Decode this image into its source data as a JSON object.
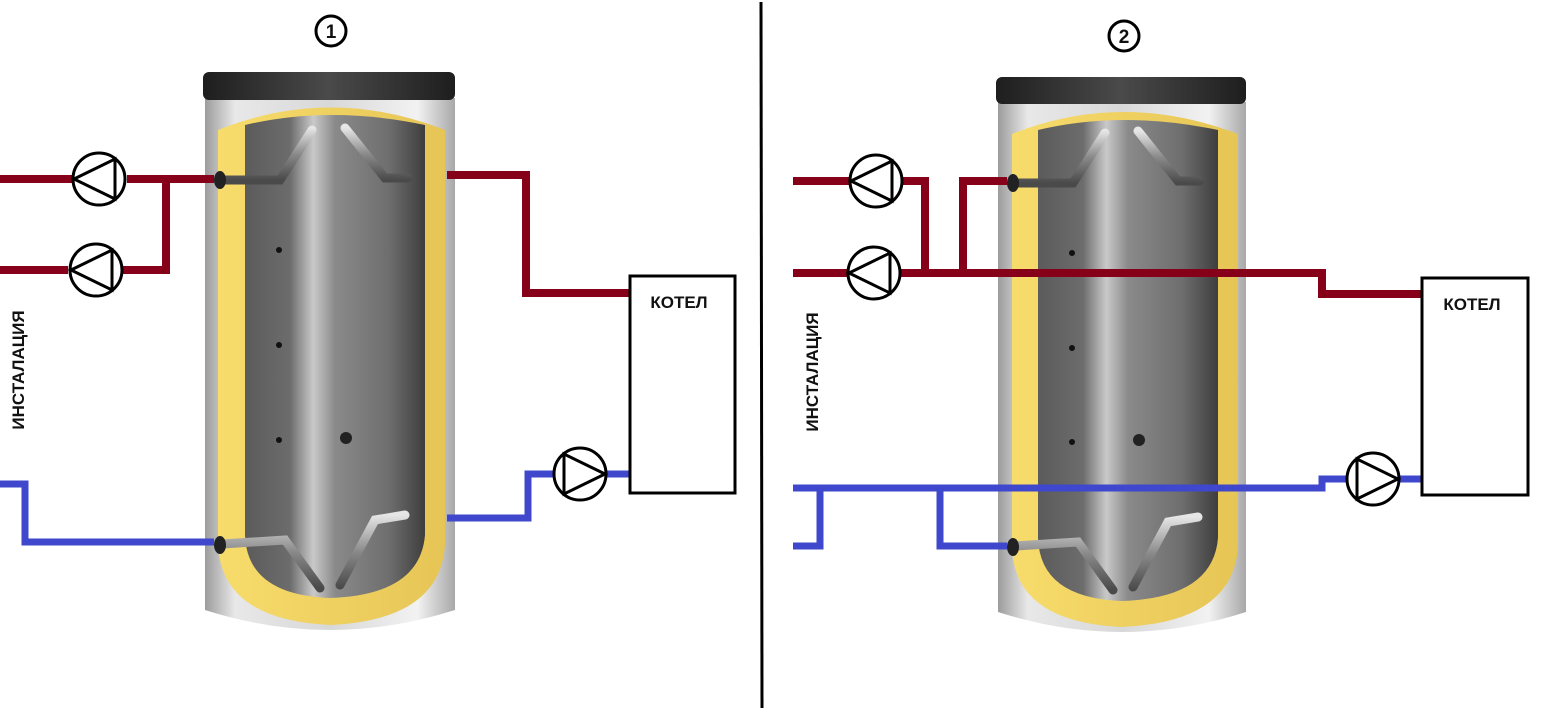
{
  "colors": {
    "hot_pipe": "#850018",
    "cold_pipe": "#3f48cc",
    "insulation": "#f5d866",
    "tank_shell": "#cfcfcf",
    "tank_cap": "#2d2d2d",
    "tank_inner": "#7a7a7a",
    "outline": "#000000"
  },
  "diagrams": [
    {
      "number": "1",
      "boiler_label": "КОТЕЛ",
      "installation_label": "ИНСТАЛАЦИЯ",
      "description": "Two parallel installation pumps on hot supply to upper coil; boiler connected to top and bottom of buffer tank with return pump"
    },
    {
      "number": "2",
      "boiler_label": "КОТЕЛ",
      "installation_label": "ИНСТАЛАЦИЯ",
      "description": "Installation pumps and boiler hot line joined on a common header into upper coil; common cold header to lower coil with boiler return pump"
    }
  ]
}
